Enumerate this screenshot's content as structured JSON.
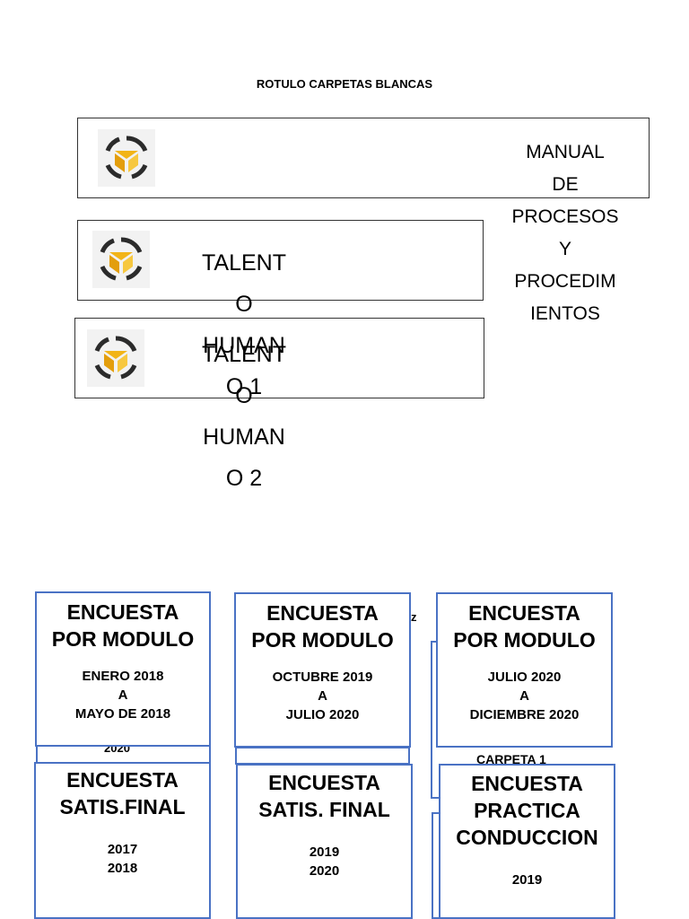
{
  "page_title": "ROTULO CARPETAS BLANCAS",
  "manual_lines": [
    "MANUAL",
    "DE",
    "PROCESOS",
    "Y",
    "PROCEDIM",
    "IENTOS"
  ],
  "talento1_lines": [
    "TALENT",
    "O",
    "HUMAN",
    "O 1"
  ],
  "talento2_lines": [
    "TALENT",
    "O",
    "HUMAN",
    "O 2"
  ],
  "cards": [
    {
      "title": [
        "ENCUESTA",
        "POR MODULO"
      ],
      "sub": [
        "ENERO 2018",
        "A",
        "MAYO DE 2018"
      ]
    },
    {
      "title": [
        "ENCUESTA",
        "POR MODULO"
      ],
      "sub": [
        "OCTUBRE 2019",
        "A",
        "JULIO 2020"
      ]
    },
    {
      "title": [
        "ENCUESTA",
        "POR MODULO"
      ],
      "sub": [
        "JULIO 2020",
        "A",
        "DICIEMBRE 2020"
      ]
    },
    {
      "title": [
        "ENCUESTA",
        "SATIS.FINAL"
      ],
      "sub": [
        "2017",
        "2018"
      ]
    },
    {
      "title": [
        "ENCUESTA",
        "SATIS. FINAL"
      ],
      "sub": [
        "2019",
        "2020"
      ]
    },
    {
      "title": [
        "ENCUESTA",
        "PRACTICA",
        "CONDUCCION"
      ],
      "sub": [
        "2019"
      ]
    }
  ],
  "fragments": {
    "behind1": "2020",
    "behind_z": "z",
    "carpeta": "CARPETA 1"
  },
  "colors": {
    "card_border": "#4a72c4",
    "logo_gold": "#f2b417",
    "logo_dark": "#2b2b2b"
  }
}
